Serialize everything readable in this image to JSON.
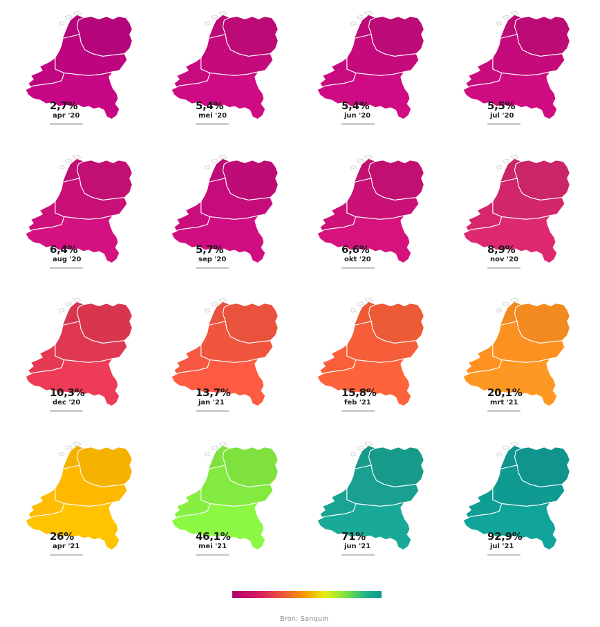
{
  "panels": [
    {
      "pct": "2,7%",
      "month": "apr '20",
      "color": "#b5057a"
    },
    {
      "pct": "5,4%",
      "month": "mei '20",
      "color": "#bc0a77"
    },
    {
      "pct": "5,4%",
      "month": "jun '20",
      "color": "#bc0a77"
    },
    {
      "pct": "5,5%",
      "month": "jul '20",
      "color": "#bd0b76"
    },
    {
      "pct": "6,4%",
      "month": "aug '20",
      "color": "#c10f74"
    },
    {
      "pct": "5,7%",
      "month": "sep '20",
      "color": "#be0c76"
    },
    {
      "pct": "6,6%",
      "month": "okt '20",
      "color": "#c21072"
    },
    {
      "pct": "8,9%",
      "month": "nov '20",
      "color": "#ca2566"
    },
    {
      "pct": "10,3%",
      "month": "dec '20",
      "color": "#d8364f"
    },
    {
      "pct": "13,7%",
      "month": "jan '21",
      "color": "#e9523c"
    },
    {
      "pct": "15,8%",
      "month": "feb '21",
      "color": "#ec5a36"
    },
    {
      "pct": "20,1%",
      "month": "mrt '21",
      "color": "#f28a20"
    },
    {
      "pct": "26%",
      "month": "apr '21",
      "color": "#f4b100"
    },
    {
      "pct": "46,1%",
      "month": "mei '21",
      "color": "#7ee13e"
    },
    {
      "pct": "71%",
      "month": "jun '21",
      "color": "#189a8a"
    },
    {
      "pct": "92,9%",
      "month": "jul '21",
      "color": "#0f958c"
    }
  ],
  "legend": {
    "colors": [
      "#b0006e",
      "#ef5a36",
      "#f5a300",
      "#e9ee17",
      "#7fe43c",
      "#0f9a8e"
    ]
  },
  "source": "Bron: Sanquin"
}
